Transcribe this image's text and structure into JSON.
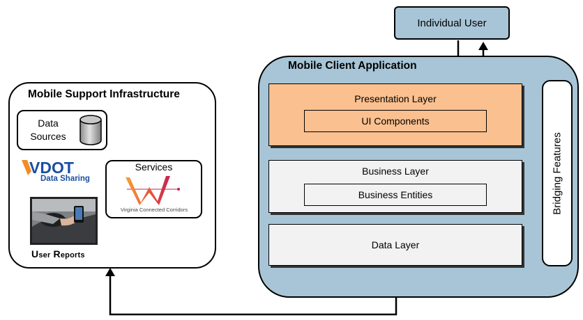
{
  "colors": {
    "app_blue": "#a7c5d6",
    "presentation_orange": "#fac08f",
    "layer_gray": "#f2f2f2",
    "vdot_blue": "#1b4fa0",
    "vdot_orange": "#f28c28"
  },
  "infrastructure": {
    "title": "Mobile Support Infrastructure",
    "data_sources": {
      "line1": "Data",
      "line2": "Sources",
      "icon": "database-icon"
    },
    "vdot": {
      "logo_text": "VDOT",
      "subtitle": "Data Sharing"
    },
    "services": {
      "label": "Services",
      "caption": "Virginia Connected Corridors",
      "logo": "vcc-logo"
    },
    "user_reports": {
      "first_cap": "U",
      "first_rest": "ser",
      "second_cap": "R",
      "second_rest": "eports"
    }
  },
  "application": {
    "title": "Mobile Client Application",
    "user": "Individual User",
    "presentation_layer": {
      "label": "Presentation Layer",
      "component": "UI Components"
    },
    "business_layer": {
      "label": "Business Layer",
      "component": "Business Entities"
    },
    "data_layer": {
      "label": "Data Layer"
    },
    "bridging": "Bridging Features"
  }
}
